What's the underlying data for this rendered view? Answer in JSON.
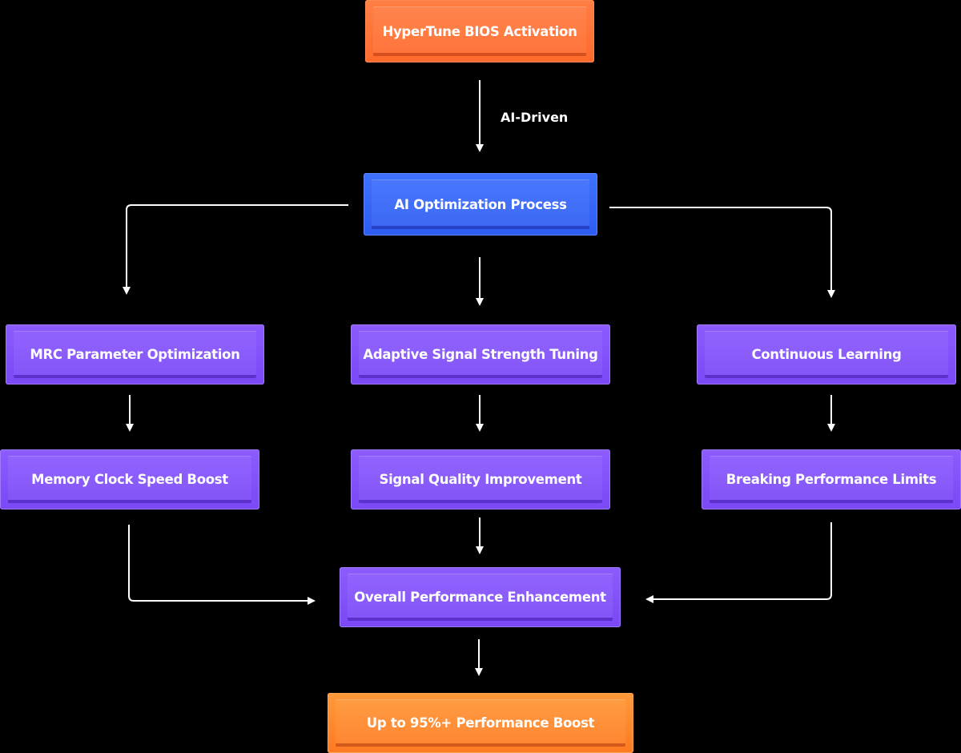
{
  "nodes": {
    "bios_activation": {
      "label": "HyperTune BIOS Activation"
    },
    "ai_optimization": {
      "label": "AI Optimization Process"
    },
    "mrc_param": {
      "label": "MRC Parameter Optimization"
    },
    "adaptive_signal": {
      "label": "Adaptive Signal Strength Tuning"
    },
    "continuous_learning": {
      "label": "Continuous Learning"
    },
    "memory_clock": {
      "label": "Memory Clock Speed Boost"
    },
    "signal_quality": {
      "label": "Signal Quality Improvement"
    },
    "breaking_limits": {
      "label": "Breaking Performance Limits"
    },
    "overall_perf": {
      "label": "Overall Performance Enhancement"
    },
    "performance_boost": {
      "label": "Up to 95%+ Performance Boost"
    }
  },
  "edges": {
    "bios_to_ai_label": "AI-Driven"
  },
  "colors": {
    "background": "#000000",
    "start_node": "#ff6a2c",
    "process_node": "#2f5cf0",
    "step_node": "#7a48f5",
    "result_node": "#ff7a22",
    "connector": "#ffffff"
  }
}
